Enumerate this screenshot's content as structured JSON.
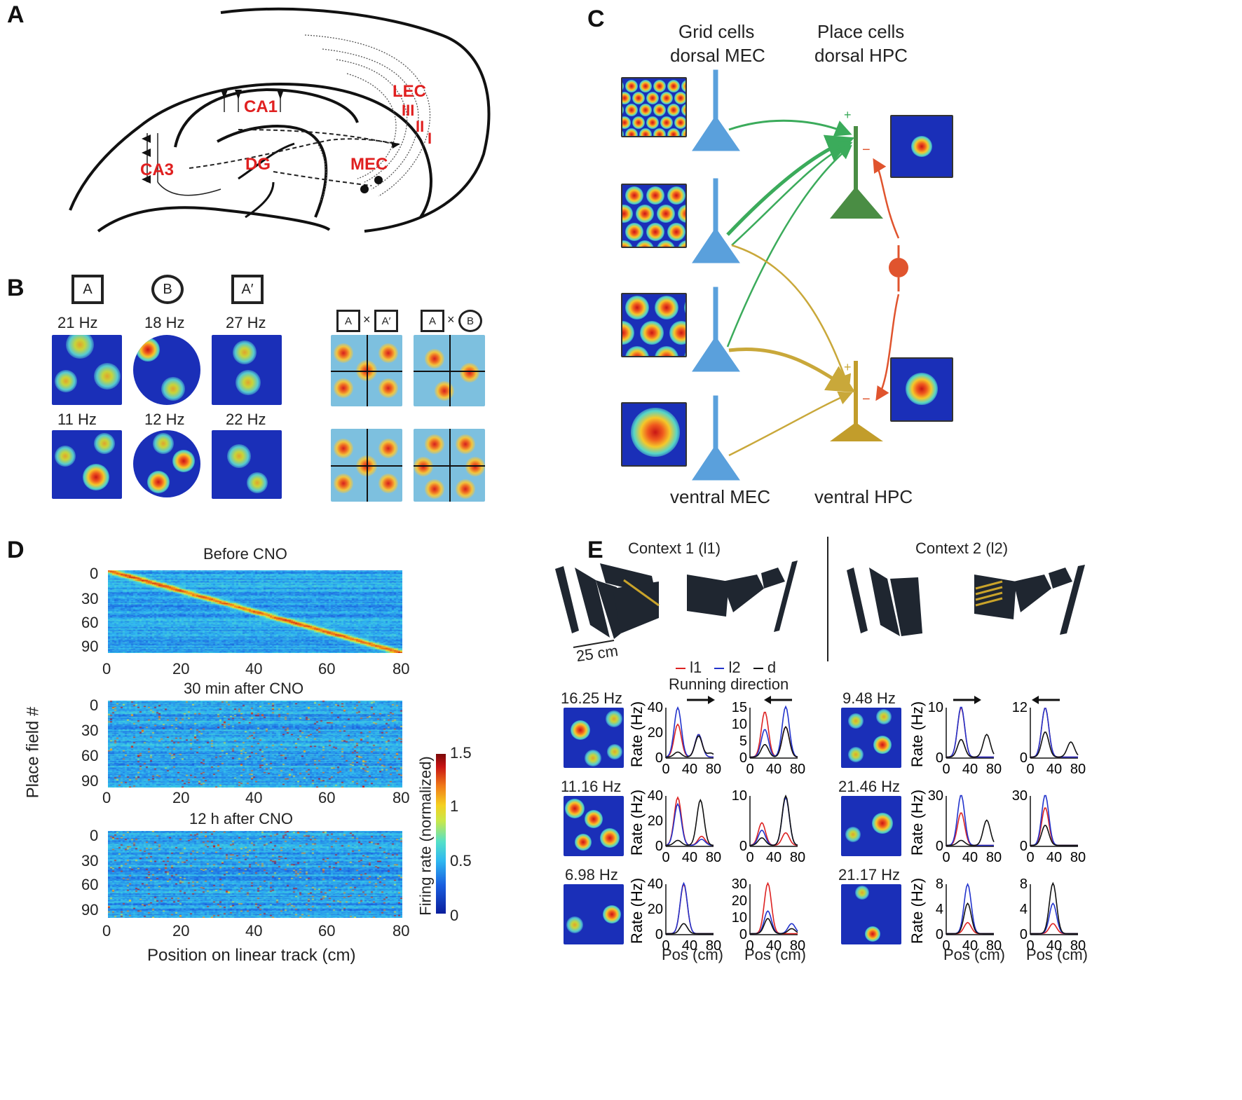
{
  "panels": {
    "a": "A",
    "b": "B",
    "c": "C",
    "d": "D",
    "e": "E"
  },
  "panelA": {
    "labels": {
      "ca1": "CA1",
      "ca3": "CA3",
      "dg": "DG",
      "mec": "MEC",
      "lec": "LEC",
      "layer3": "III",
      "layer2": "II",
      "layer1": "I"
    }
  },
  "panelB": {
    "box_a": "A",
    "box_b": "B",
    "box_a_prime": "A′",
    "rates_row1": [
      "21 Hz",
      "18 Hz",
      "27 Hz"
    ],
    "rates_row2": [
      "11 Hz",
      "12 Hz",
      "22 Hz"
    ],
    "cross_sym": "×"
  },
  "panelC": {
    "grid_title_1": "Grid cells",
    "grid_title_2": "dorsal MEC",
    "place_title_1": "Place cells",
    "place_title_2": "dorsal HPC",
    "ventral_mec": "ventral MEC",
    "ventral_hpc": "ventral HPC",
    "plus": "+",
    "minus": "−",
    "colors": {
      "green": "#3bab5b",
      "gold": "#c9a83a",
      "red": "#e0542e",
      "blue": "#5aa0dc"
    }
  },
  "panelD": {
    "titles": [
      "Before CNO",
      "30 min after CNO",
      "12 h after CNO"
    ],
    "y_ticks": [
      "0",
      "30",
      "60",
      "90"
    ],
    "x_ticks": [
      "0",
      "20",
      "40",
      "60",
      "80"
    ],
    "ylabel": "Place field #",
    "xlabel": "Position on linear track (cm)",
    "colorbar_label": "Firing rate (normalized)",
    "colorbar_ticks": [
      "1.5",
      "1",
      "0.5",
      "0"
    ]
  },
  "panelE": {
    "context1": "Context 1 (l1)",
    "context2": "Context 2 (l2)",
    "scale": "25 cm",
    "legend_l1": "l1",
    "legend_l2": "l2",
    "legend_d": "d",
    "running_direction": "Running direction",
    "left_rates": [
      "16.25 Hz",
      "11.16 Hz",
      "6.98 Hz"
    ],
    "right_rates": [
      "9.48 Hz",
      "21.46 Hz",
      "21.17 Hz"
    ],
    "rate_label": "Rate (Hz)",
    "pos_label": "Pos (cm)",
    "x_ticks": [
      "0",
      "40",
      "80"
    ],
    "left_yticks": [
      [
        "40",
        "20",
        "0"
      ],
      [
        "15",
        "10",
        "5",
        "0"
      ],
      [
        "40",
        "20",
        "0"
      ],
      [
        "10",
        "0"
      ],
      [
        "40",
        "20",
        "0"
      ],
      [
        "30",
        "20",
        "10",
        "0"
      ]
    ],
    "right_yticks": [
      [
        "10",
        "0"
      ],
      [
        "12",
        "0"
      ],
      [
        "30",
        "0"
      ],
      [
        "30",
        "0"
      ],
      [
        "8",
        "4",
        "0"
      ],
      [
        "8",
        "4",
        "0"
      ]
    ],
    "colors": {
      "l1": "#d22",
      "l2": "#2233cc",
      "d": "#111"
    }
  }
}
